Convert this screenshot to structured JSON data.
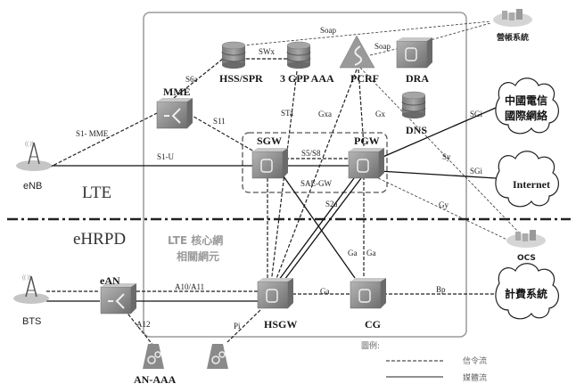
{
  "regions": {
    "lte": "LTE",
    "ehrpd": "eHRPD",
    "core_line1": "LTE 核心網",
    "core_line2": "相關網元"
  },
  "nodes": {
    "enb": "eNB",
    "bts": "BTS",
    "mme": "MME",
    "hss": "HSS/SPR",
    "aaa3gpp": "3 GPP AAA",
    "pcrf": "PCRF",
    "dra": "DRA",
    "dns": "DNS",
    "sgw": "SGW",
    "pgw": "PGW",
    "saegw": "SAE-GW",
    "ean": "eAN",
    "hsgw": "HSGW",
    "cg": "CG",
    "anaaa": "AN-AAA",
    "billing_sys": "營帳系統",
    "ocs": "OCS",
    "ct_intl": [
      "中國電信",
      "國際網絡"
    ],
    "internet": "Internet",
    "charging": "計費系統"
  },
  "interfaces": {
    "s1mme": "S1- MME",
    "s1u": "S1-U",
    "s6a": "S6a",
    "s11": "S11",
    "swx": "SWx",
    "soap1": "Soap",
    "soap2": "Soap",
    "sta": "STa",
    "gxa": "Gxa",
    "gx": "Gx",
    "s5s8": "S5/S8",
    "sgi1": "SGi",
    "sgi2": "SGi",
    "sy": "Sy",
    "gy": "Gy",
    "s2a": "S2a",
    "ga1": "Ga",
    "ga2": "Ga",
    "ga3": "Ga",
    "a10a11": "A10/A11",
    "a12": "A12",
    "pi": "Pi",
    "bp": "Bp"
  },
  "legend": {
    "title": "圖例:",
    "signaling": "信令流",
    "media": "媒體流"
  },
  "colors": {
    "device_gray": "#8a8a8a",
    "core_border": "#9a9a9a",
    "core_text": "#9a9a9a"
  }
}
